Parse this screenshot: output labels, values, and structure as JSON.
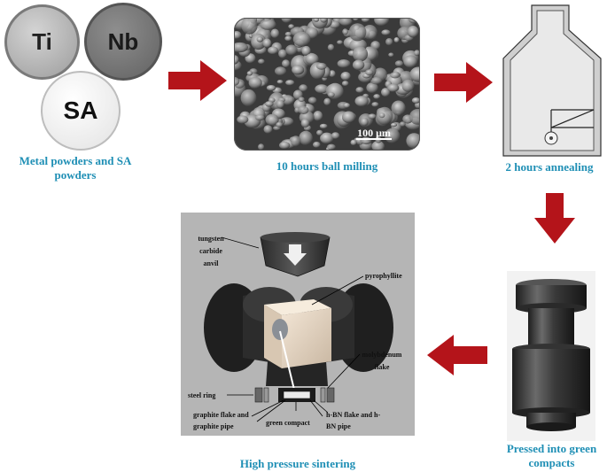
{
  "colors": {
    "caption": "#1f8fb5",
    "arrow": "#b4141a"
  },
  "powders": {
    "ti": "Ti",
    "nb": "Nb",
    "sa": "SA"
  },
  "sem": {
    "scale_label": "100 μm"
  },
  "captions": {
    "powders": "Metal powders and SA powders",
    "milling": "10 hours ball milling",
    "annealing": "2 hours annealing",
    "pressing": "Pressed into green compacts",
    "sintering": "High pressure sintering"
  },
  "apparatus_labels": {
    "anvil": "tungsten carbide anvil",
    "pyrophyllite": "pyrophyllite",
    "molybdenum": "molybdenum flake",
    "steel_ring": "steel ring",
    "graphite": "graphite flake and graphite pipe",
    "green_compact": "green compact",
    "hbn": "h-BN flake and h-BN pipe"
  }
}
